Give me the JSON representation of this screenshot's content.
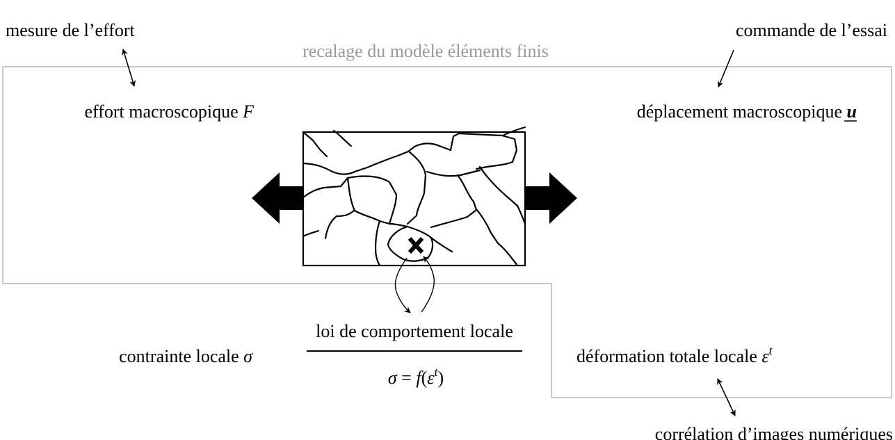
{
  "labels": {
    "force_measure": "mesure de l’effort",
    "test_control": "commande de l’essai",
    "fe_update": "recalage du modèle éléments finis",
    "macro_force": "effort macroscopique",
    "macro_force_symbol": "F",
    "macro_disp": "déplacement macroscopique",
    "macro_disp_symbol": "u",
    "local_stress": "contrainte locale",
    "local_stress_symbol": "σ",
    "local_law": "loi de comportement locale",
    "law_lhs": "σ",
    "law_eq": "=",
    "law_f": "f",
    "law_open": "(",
    "law_eps": "ε",
    "law_sup": "t",
    "law_close": ")",
    "local_strain": "déformation totale locale",
    "local_strain_symbol": "ε",
    "local_strain_sup": "t",
    "dic": "corrélation d’images numériques"
  },
  "colors": {
    "ink": "#000000",
    "grey_text": "#9a9a9a",
    "grey_line": "#b5b5b5"
  },
  "icons": {
    "left_arrow": "block-arrow-left",
    "right_arrow": "block-arrow-right",
    "material_point": "cross-mark"
  }
}
